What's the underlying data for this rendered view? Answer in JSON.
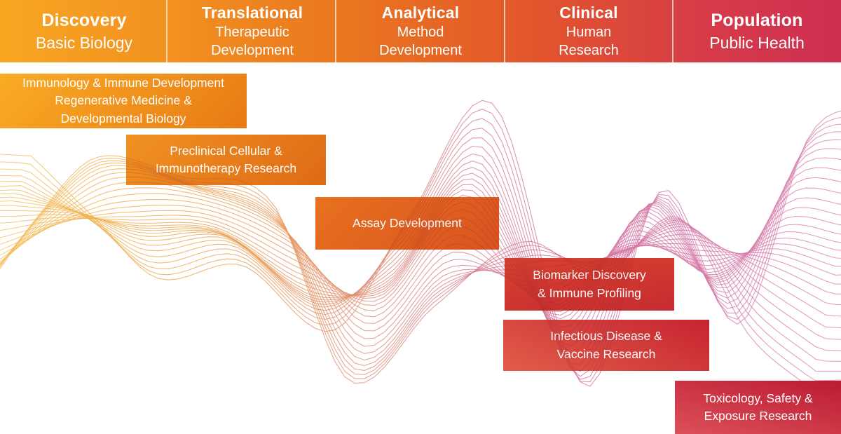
{
  "phases": [
    {
      "title": "Discovery",
      "subtitle": "Basic Biology"
    },
    {
      "title": "Translational",
      "subtitle": "Therapeutic Development"
    },
    {
      "title": "Analytical",
      "subtitle": "Method Development"
    },
    {
      "title": "Clinical",
      "subtitle": "Human Research"
    },
    {
      "title": "Population",
      "subtitle": "Public Health"
    }
  ],
  "areas": [
    {
      "lines": [
        "Immunology & Immune Development",
        "Regenerative Medicine &",
        "Developmental Biology"
      ]
    },
    {
      "lines": [
        "Preclinical Cellular &",
        "Immunotherapy Research"
      ]
    },
    {
      "lines": [
        "Assay Development"
      ]
    },
    {
      "lines": [
        "Biomarker Discovery",
        "& Immune Profiling"
      ]
    },
    {
      "lines": [
        "Infectious Disease &",
        "Vaccine Research"
      ]
    },
    {
      "lines": [
        "Toxicology, Safety &",
        "Exposure Research"
      ]
    }
  ],
  "palette": {
    "phase_gradient": [
      "#F8A622",
      "#F29120",
      "#EA7520",
      "#E2552C",
      "#D63B49",
      "#CE2F51"
    ],
    "divider": "rgba(255,255,255,0.65)",
    "area_gradients": [
      [
        "#F9AC25",
        "#E87A15"
      ],
      [
        "#F09223",
        "#DF6A15"
      ],
      [
        "#E8721F",
        "#D95220"
      ],
      [
        "#D8422E",
        "#C62C31"
      ],
      [
        "#E25D49",
        "#C62430"
      ],
      [
        "#DD5059",
        "#BB1B33"
      ]
    ],
    "wave_gradient": [
      "#F3C263",
      "#EFAE4B",
      "#E89A52",
      "#DE8B74",
      "#D37B92",
      "#D272A1",
      "#D983B1"
    ],
    "text_color": "#FFFFFF"
  }
}
